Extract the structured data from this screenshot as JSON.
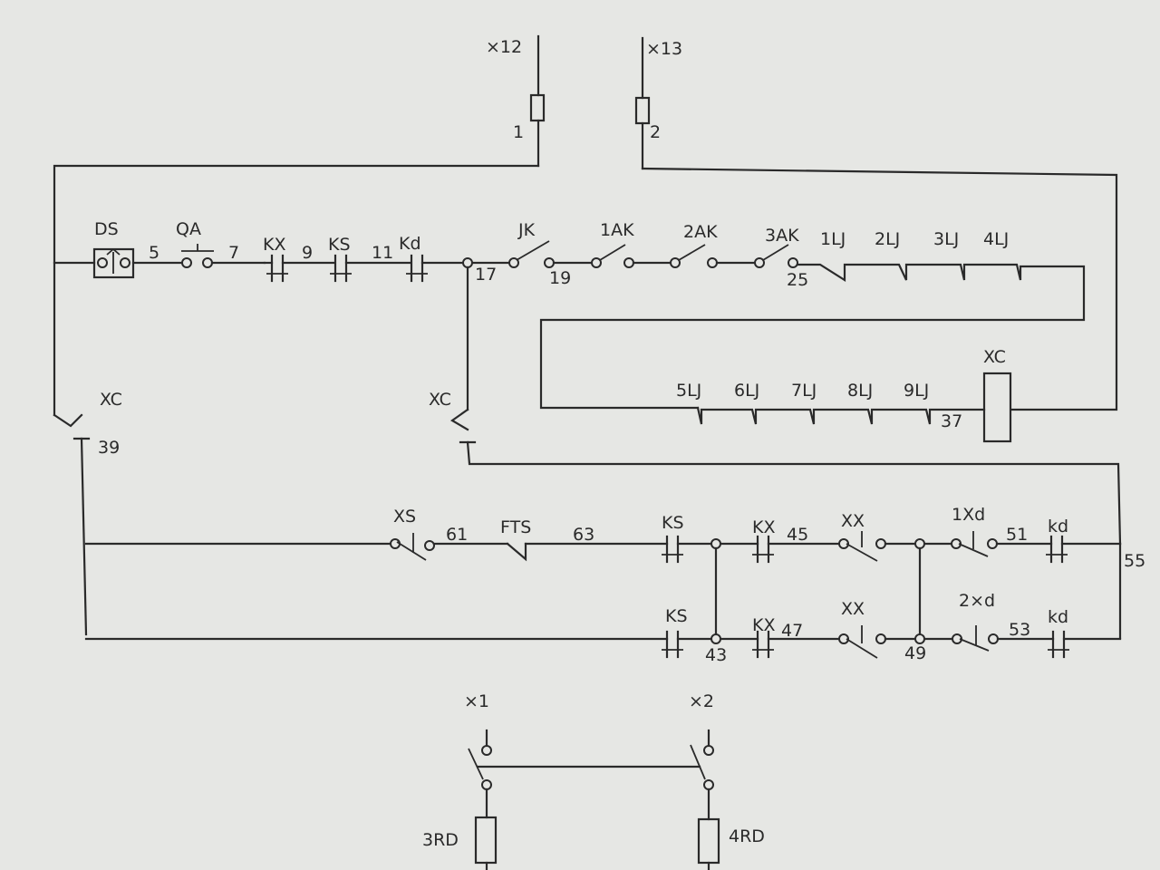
{
  "terminals": {
    "x12": "×12",
    "x13": "×13",
    "x1": "×1",
    "x2": "×2"
  },
  "numbers": {
    "n1": "1",
    "n2": "2",
    "n5": "5",
    "n7": "7",
    "n9": "9",
    "n11": "11",
    "n17": "17",
    "n19": "19",
    "n25": "25",
    "n37": "37",
    "n39": "39",
    "n43": "43",
    "n45": "45",
    "n47": "47",
    "n49": "49",
    "n51": "51",
    "n53": "53",
    "n55": "55",
    "n61": "61",
    "n63": "63"
  },
  "components": {
    "ds": "DS",
    "qa": "QA",
    "kx1": "KX",
    "ks1": "KS",
    "kd1": "Kd",
    "jk": "JK",
    "ak1": "1AK",
    "ak2": "2AK",
    "ak3": "3AK",
    "lj1": "1LJ",
    "lj2": "2LJ",
    "lj3": "3LJ",
    "lj4": "4LJ",
    "lj5": "5LJ",
    "lj6": "6LJ",
    "lj7": "7LJ",
    "lj8": "8LJ",
    "lj9": "9LJ",
    "xc_coil": "XC",
    "xc_left": "XC",
    "xc_mid": "XC",
    "xs": "XS",
    "fts": "FTS",
    "ks2": "KS",
    "kx2": "KX",
    "xx1": "XX",
    "xd1": "1Xd",
    "kd2": "kd",
    "ks3": "KS",
    "kx3": "KX",
    "xx2": "XX",
    "xd2": "2×d",
    "kd3": "kd",
    "rd3": "3RD",
    "rd4": "4RD"
  }
}
